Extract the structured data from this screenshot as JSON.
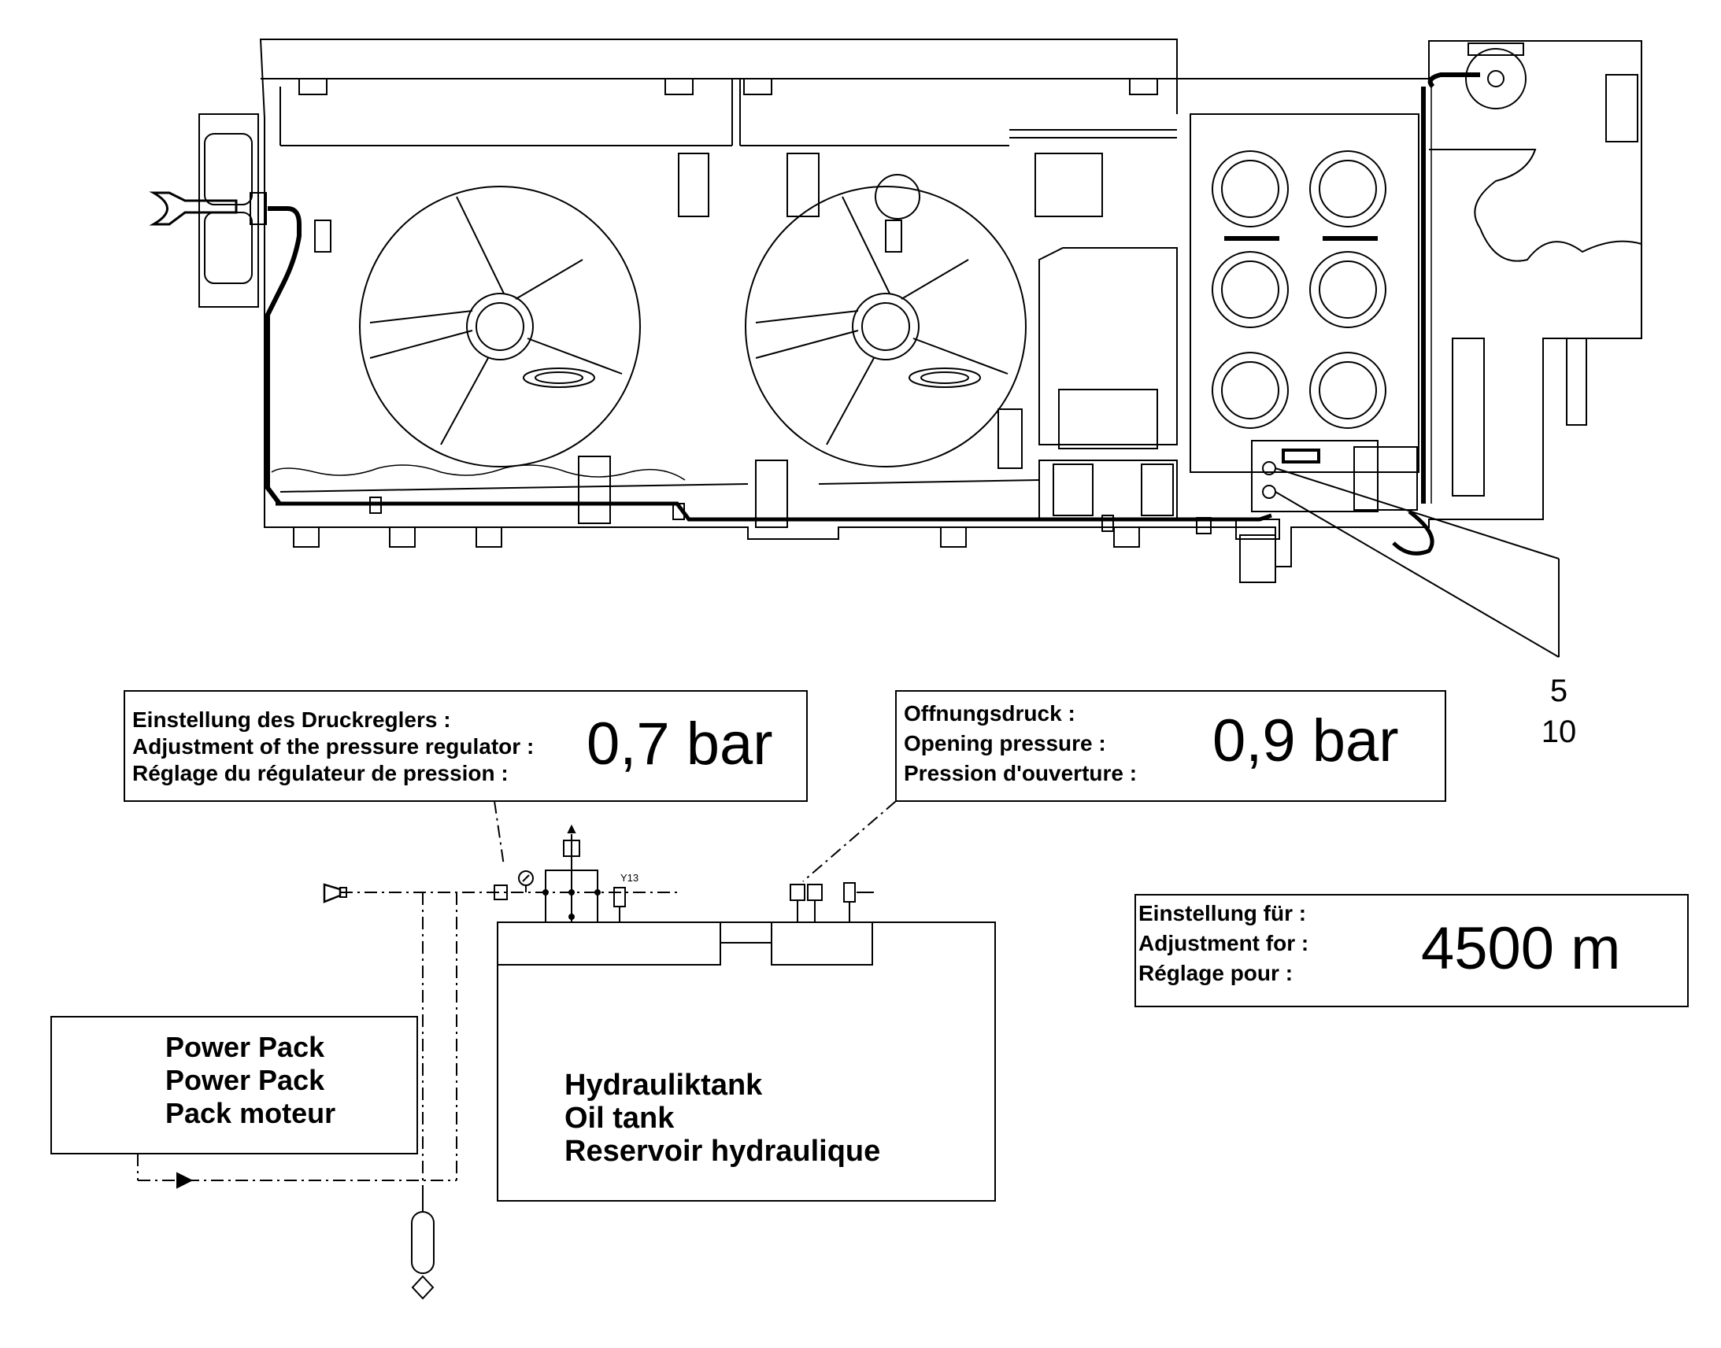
{
  "callout_numbers": [
    "5",
    "10"
  ],
  "regulator_box": {
    "lines": [
      "Einstellung des Druckreglers :",
      "Adjustment of the pressure regulator :",
      "Réglage du régulateur de pression :"
    ],
    "value": "0,7 bar"
  },
  "opening_box": {
    "lines": [
      "Offnungsdruck :",
      "Opening pressure :",
      "Pression d'ouverture :"
    ],
    "value": "0,9 bar"
  },
  "setting_box": {
    "lines": [
      "Einstellung für :",
      "Adjustment for :",
      "Réglage pour :"
    ],
    "value": "4500 m"
  },
  "power_pack": {
    "lines": [
      "Power Pack",
      "Power Pack",
      "Pack moteur"
    ]
  },
  "oil_tank": {
    "lines": [
      "Hydrauliktank",
      "Oil tank",
      "Reservoir hydraulique"
    ]
  },
  "valve_tag": "Y13"
}
